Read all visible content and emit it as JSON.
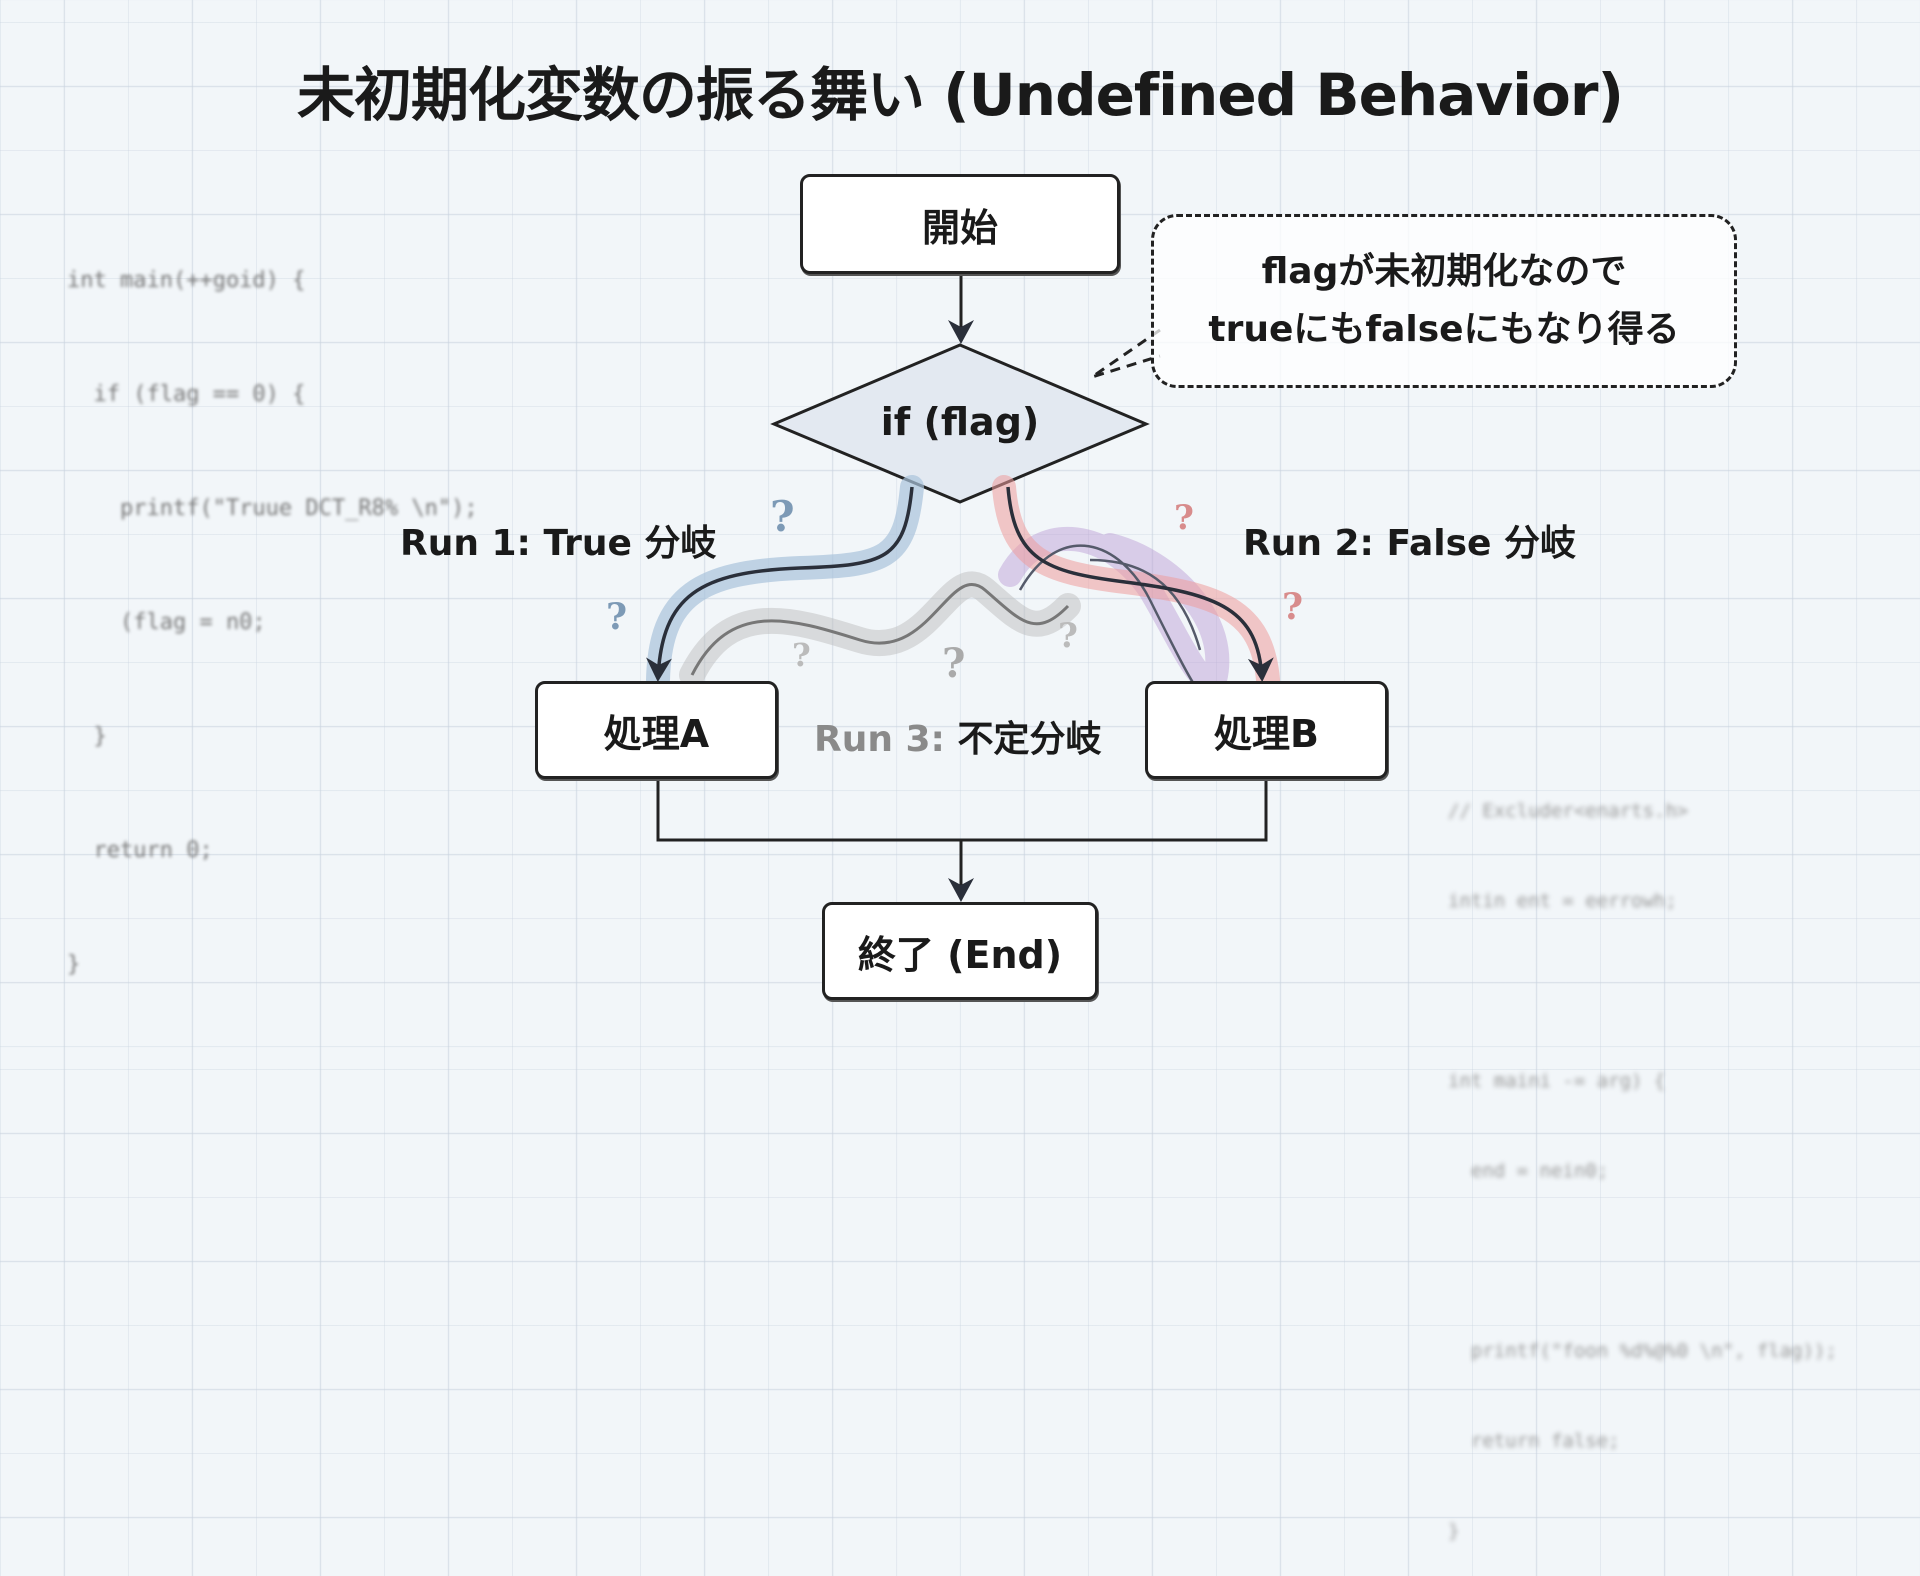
{
  "title": "未初期化変数の振る舞い (Undefined Behavior)",
  "code_left": [
    "int main(++goid) {",
    "  if (flag == 0) {",
    "    printf(\"Truue DCT_R8% \\n\");",
    "    (flag = n0;",
    "  }",
    "  return 0;",
    "}"
  ],
  "code_right": [
    "// Excluder<enarts.h>",
    "intin ent = eerrowh;",
    "",
    "int maini -= arg) {",
    "  end = nein0;",
    "",
    "  printf(\"foon %d%@%0 \\n\", flag));",
    "  return false;",
    "}"
  ],
  "flow": {
    "start": "開始",
    "decision": "if (flag)",
    "process_a": "処理A",
    "process_b": "処理B",
    "end": "終了 (End)"
  },
  "callout": {
    "line1": "flagが未初期化なので",
    "line2": "trueにもfalseにもなり得る"
  },
  "runs": {
    "run1": "Run 1: True 分岐",
    "run2": "Run 2: False 分岐",
    "run3_prefix": "Run 3:",
    "run3_suffix": " 不定分岐"
  },
  "question_mark": "?",
  "colors": {
    "true_path": "#a9c3db",
    "false_path": "#ef9c9c",
    "undefined_path": "#b9b9b9",
    "loop_path": "#b79ad3"
  }
}
